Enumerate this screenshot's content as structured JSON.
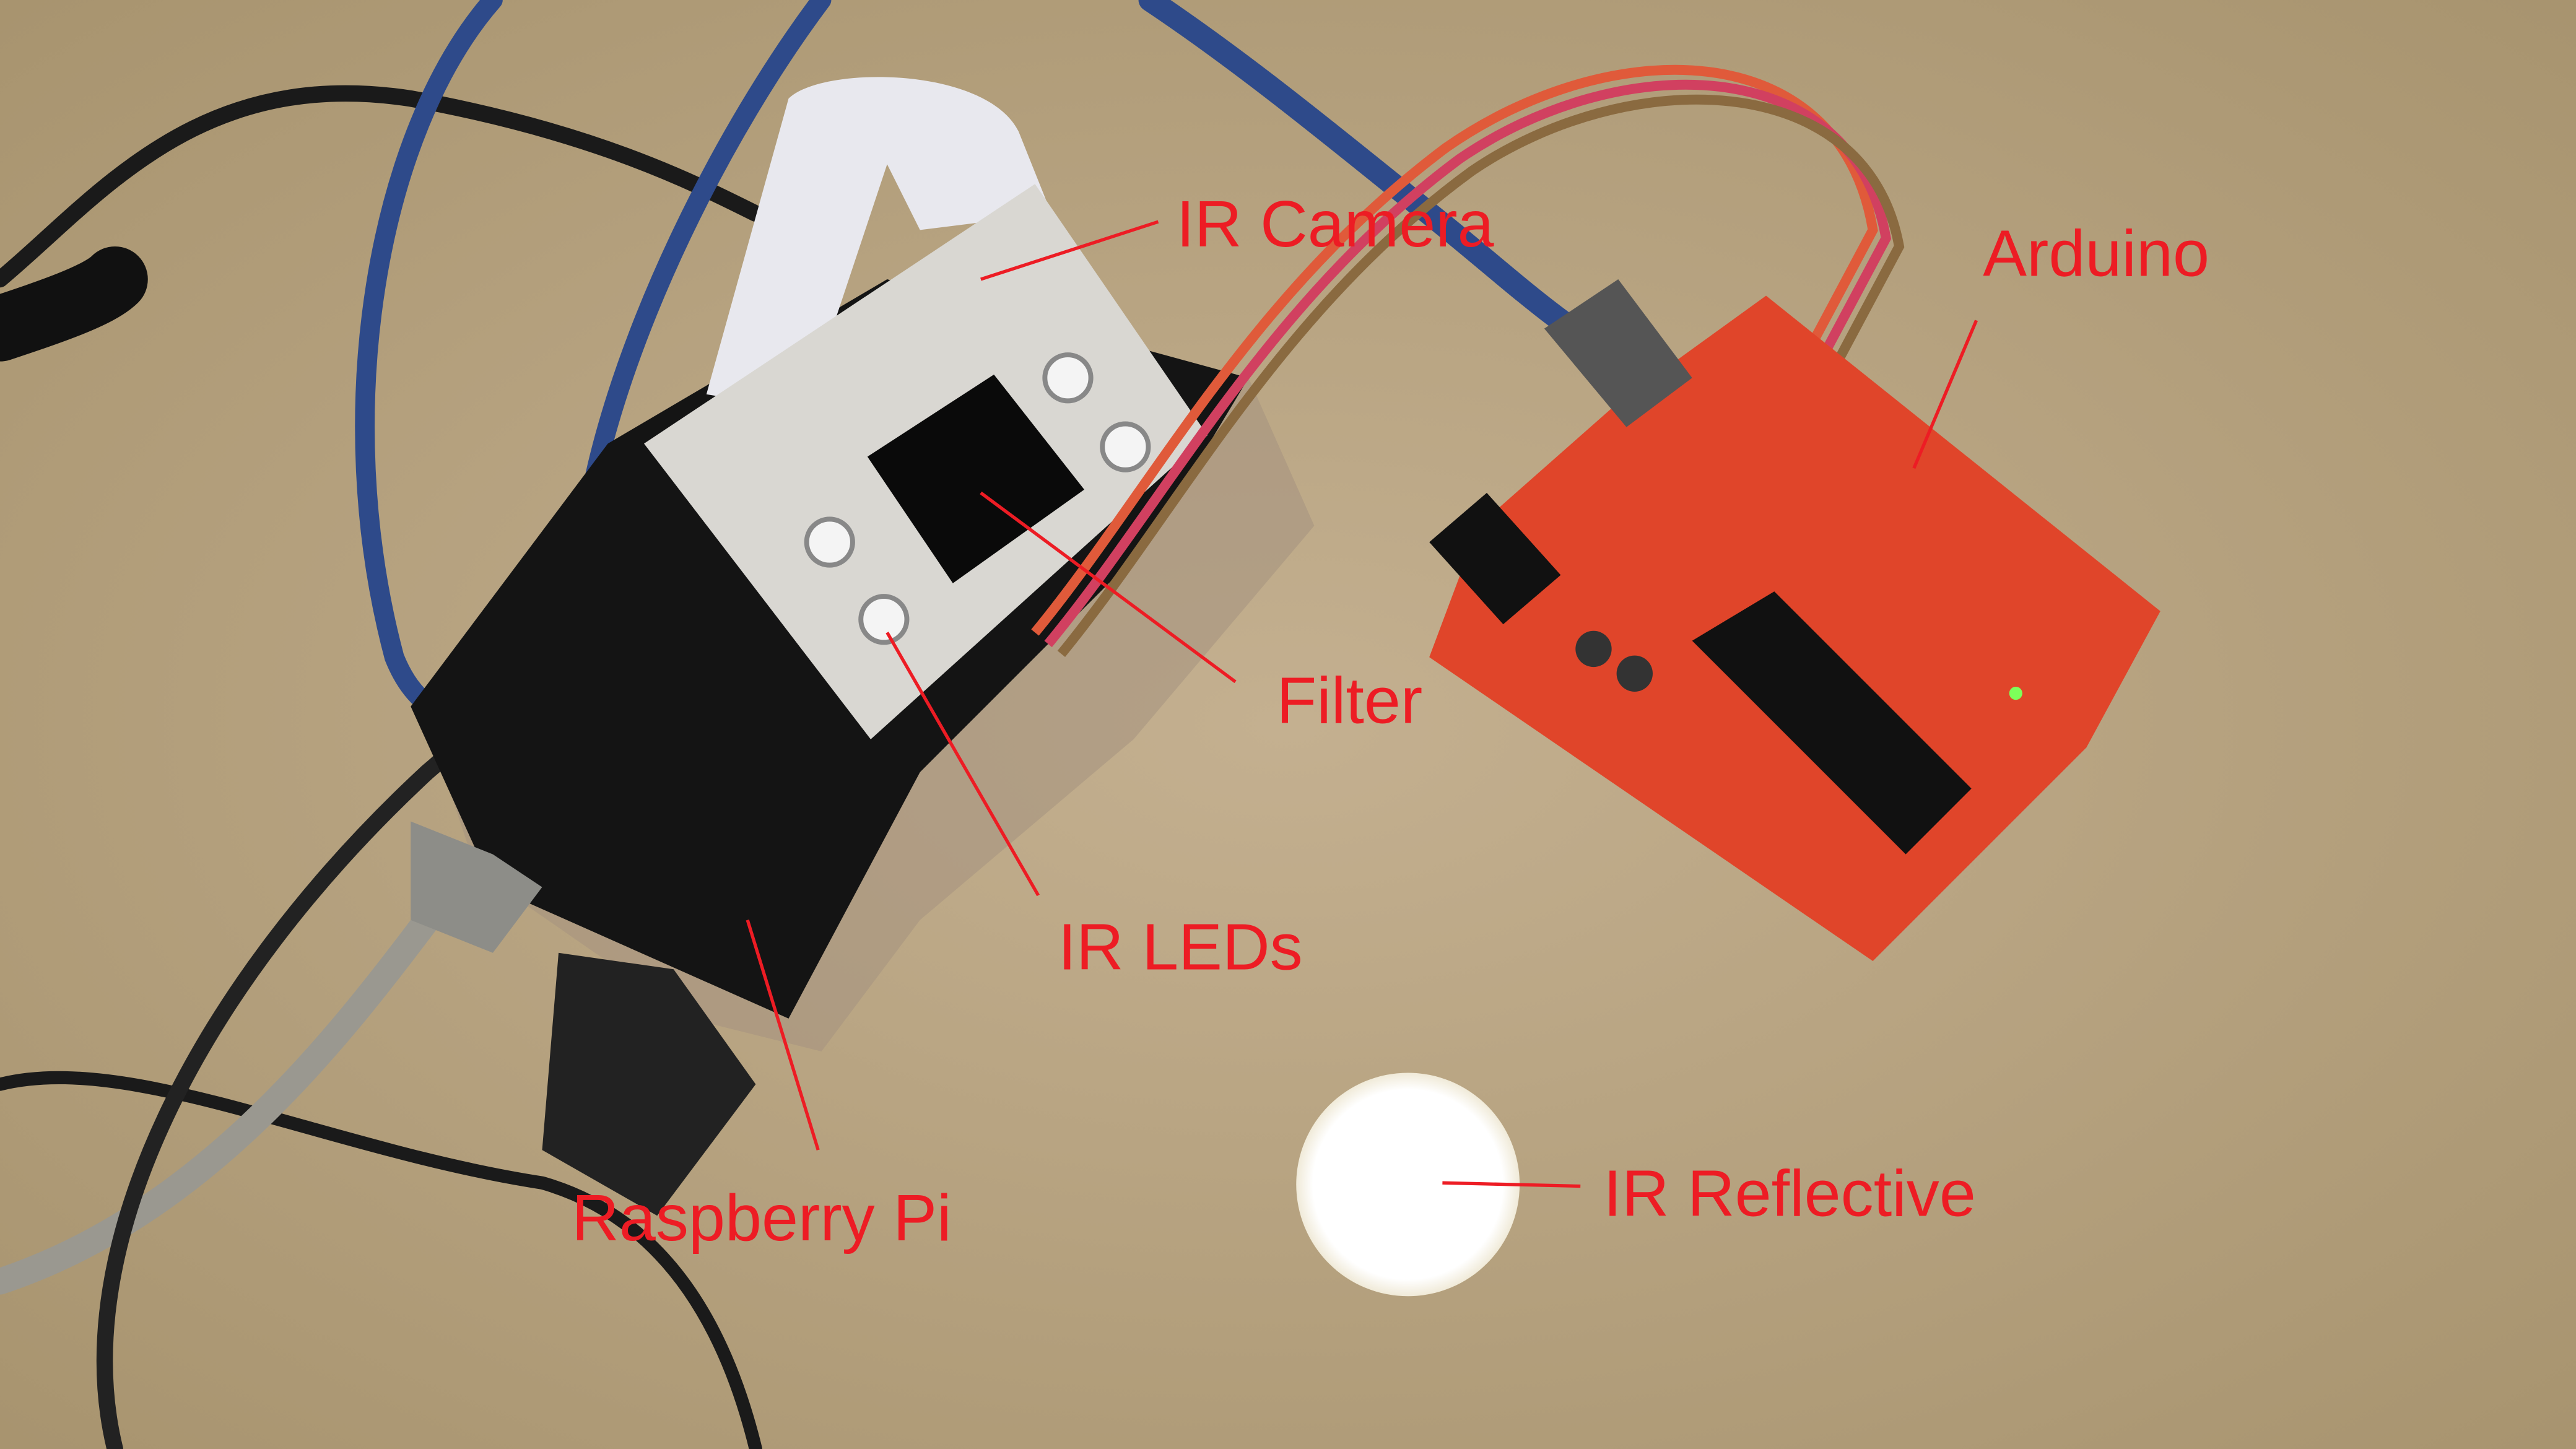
{
  "labels": {
    "ir_camera": "IR Camera",
    "arduino": "Arduino",
    "filter": "Filter",
    "ir_leds": "IR LEDs",
    "raspberry_pi": "Raspberry Pi",
    "ir_reflective": "IR Reflective"
  },
  "colors": {
    "label": "#ed1c24",
    "table": "#b8a587",
    "arduino_board": "#e0452a",
    "pi_case": "#141414",
    "usb_cable": "#2e4a8a"
  }
}
